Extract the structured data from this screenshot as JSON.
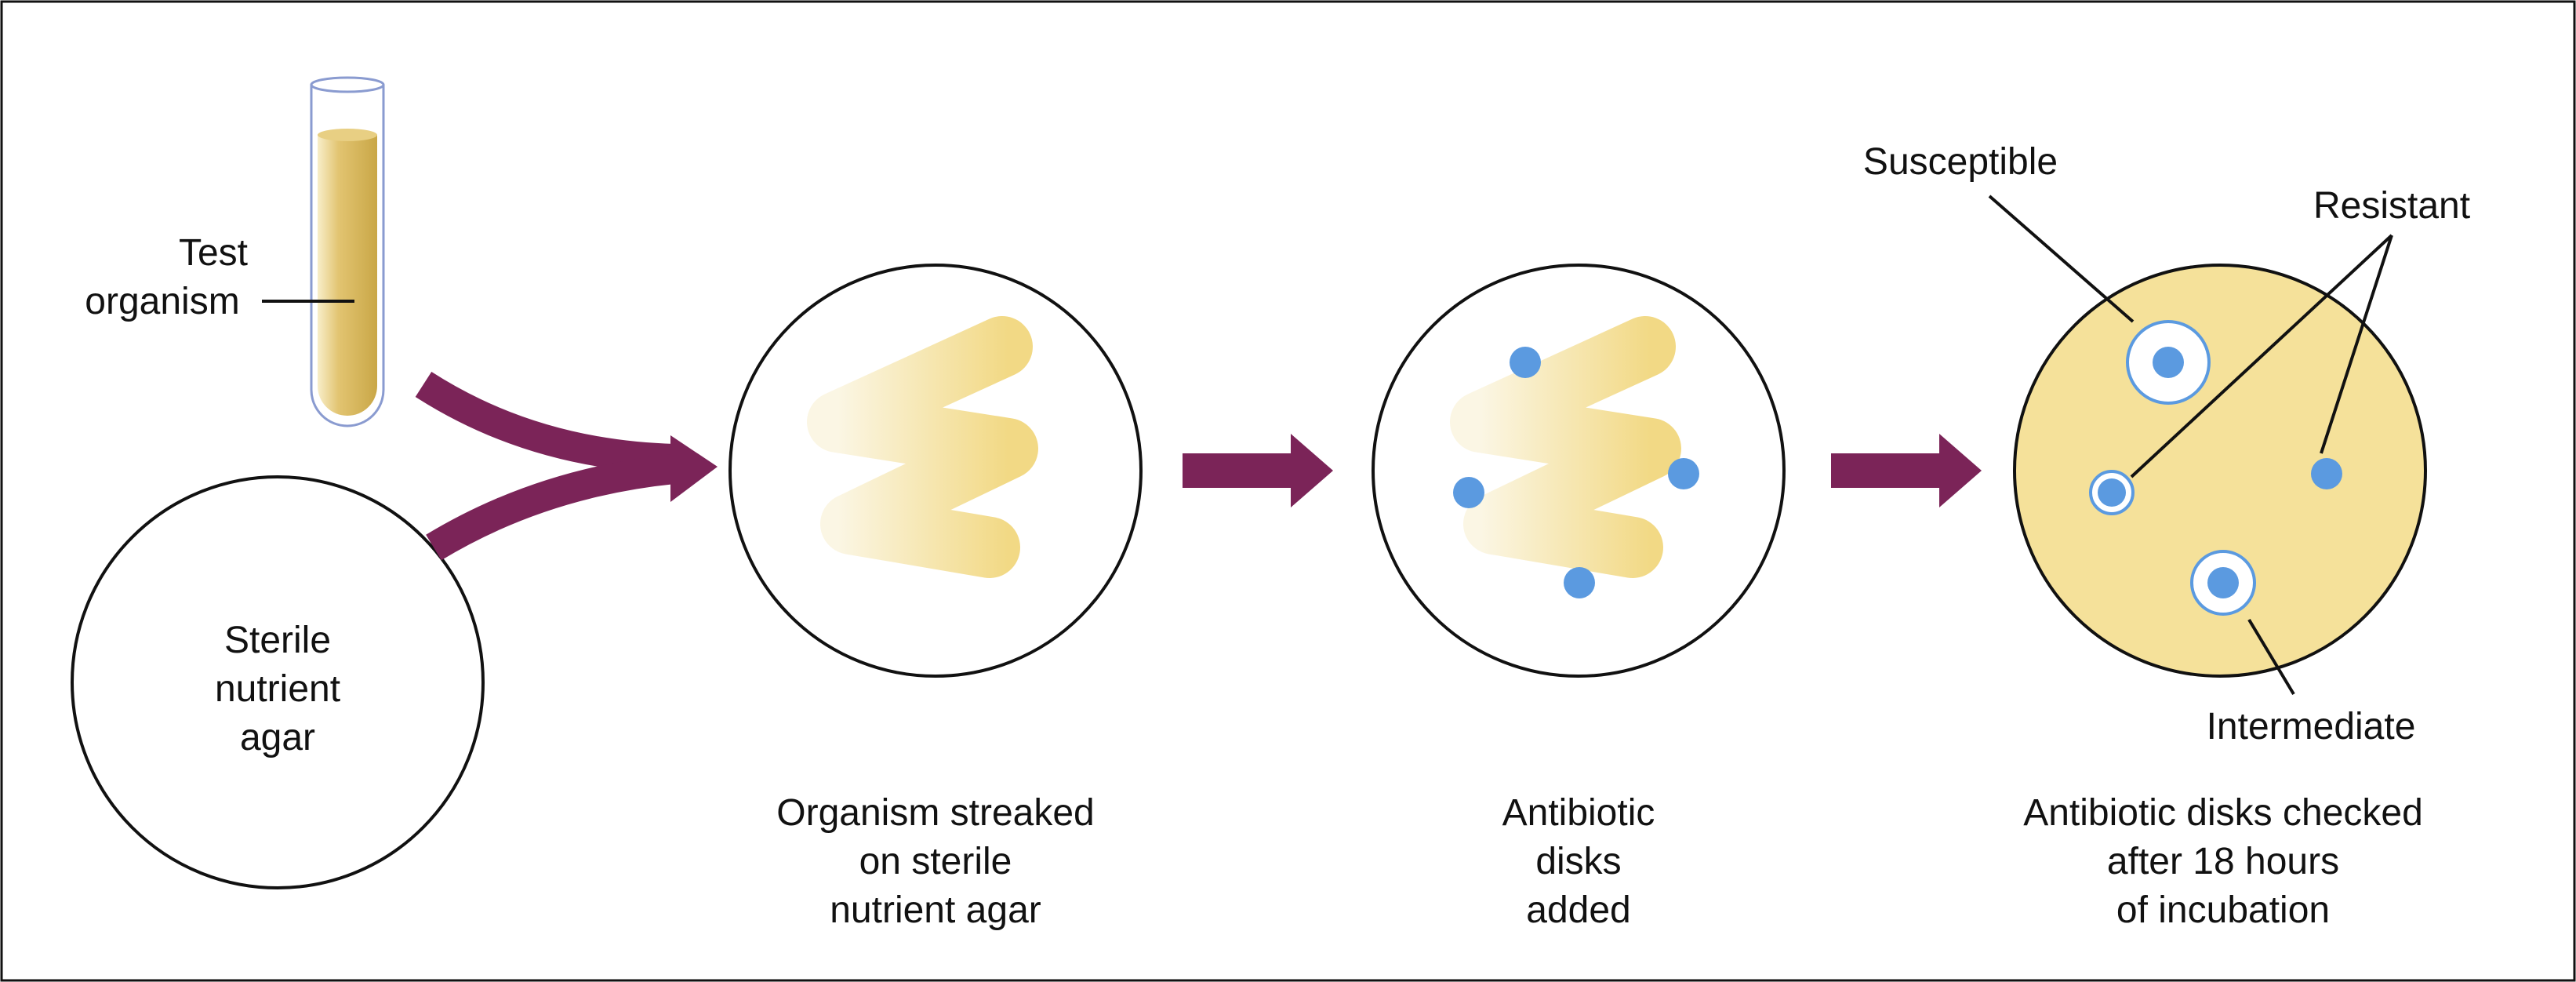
{
  "labels": {
    "test_organism_line1": "Test",
    "test_organism_line2": "organism",
    "agar_line1": "Sterile",
    "agar_line2": "nutrient",
    "agar_line3": "agar",
    "susceptible": "Susceptible",
    "resistant": "Resistant",
    "intermediate": "Intermediate"
  },
  "captions": {
    "step1": [
      "Organism streaked",
      "on sterile",
      "nutrient agar"
    ],
    "step2": [
      "Antibiotic",
      "disks",
      "added"
    ],
    "step3": [
      "Antibiotic disks checked",
      "after 18 hours",
      "of incubation"
    ]
  },
  "colors": {
    "arrow": "#7b2458",
    "agar_yellow": "#f5e19a",
    "streak_yellow": "#f3dc8c",
    "disk_blue": "#5b9ae0",
    "tube_outline": "#8a9bd0",
    "tube_liquid": "#d9b95e",
    "outline": "#111111"
  }
}
